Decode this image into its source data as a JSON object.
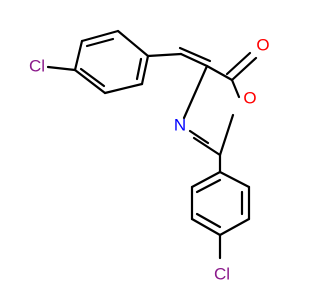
{
  "atoms": {
    "cl_top": {
      "text": "Cl",
      "color": "#8b1a8b"
    },
    "oxygen_carbonyl": {
      "text": "O",
      "color": "#ff0000"
    },
    "oxygen_ring": {
      "text": "O",
      "color": "#ff0000"
    },
    "nitrogen": {
      "text": "N",
      "color": "#0000ff"
    },
    "cl_bottom": {
      "text": "Cl",
      "color": "#8b1a8b"
    }
  },
  "colors": {
    "bond": "#000000",
    "background": "#ffffff"
  }
}
